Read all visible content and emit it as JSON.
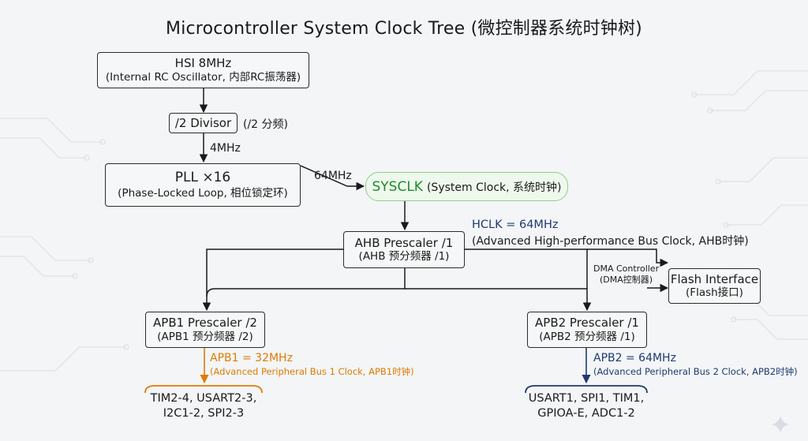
{
  "title": "Microcontroller System Clock Tree (微控制器系统时钟树)",
  "nodes": {
    "hsi": {
      "line1": "HSI 8MHz",
      "line2": "(Internal RC Oscillator, 内部RC振荡器)"
    },
    "divisor": {
      "label": "/2 Divisor",
      "note": "(/2 分频)"
    },
    "divisor_output": "4MHz",
    "pll": {
      "line1": "PLL ×16",
      "line2": "(Phase-Locked Loop, 相位锁定环)"
    },
    "pll_output": "64MHz",
    "sysclk": {
      "label": "SYSCLK",
      "note": "(System Clock, 系统时钟)"
    },
    "ahb": {
      "line1": "AHB Prescaler /1",
      "line2": "(AHB 预分频器 /1)"
    },
    "hclk": {
      "line1": "HCLK = 64MHz",
      "line2": "(Advanced High-performance Bus Clock, AHB时钟)"
    },
    "dma": {
      "line1": "DMA Controller",
      "line2": "(DMA控制器)"
    },
    "flash": {
      "line1": "Flash Interface",
      "line2": "(Flash接口)"
    },
    "apb1": {
      "line1": "APB1 Prescaler /2",
      "line2": "(APB1 预分频器 /2)"
    },
    "apb1_clock": {
      "line1": "APB1 = 32MHz",
      "line2": "(Advanced Peripheral Bus 1 Clock, APB1时钟)"
    },
    "apb1_peripherals": {
      "line1": "TIM2-4, USART2-3,",
      "line2": "I2C1-2, SPI2-3"
    },
    "apb2": {
      "line1": "APB2 Prescaler /1",
      "line2": "(APB2 预分频器 /1)"
    },
    "apb2_clock": {
      "line1": "APB2 = 64MHz",
      "line2": "(Advanced Peripheral Bus 2 Clock, APB2时钟)"
    },
    "apb2_peripherals": {
      "line1": "USART1, SPI1, TIM1,",
      "line2": "GPIOA-E, ADC1-2"
    }
  },
  "colors": {
    "sysclk": "#1f8a2e",
    "hclk": "#1f3a6e",
    "apb1": "#e07b00",
    "apb2": "#1f3a6e",
    "line": "#1a1a1a"
  }
}
